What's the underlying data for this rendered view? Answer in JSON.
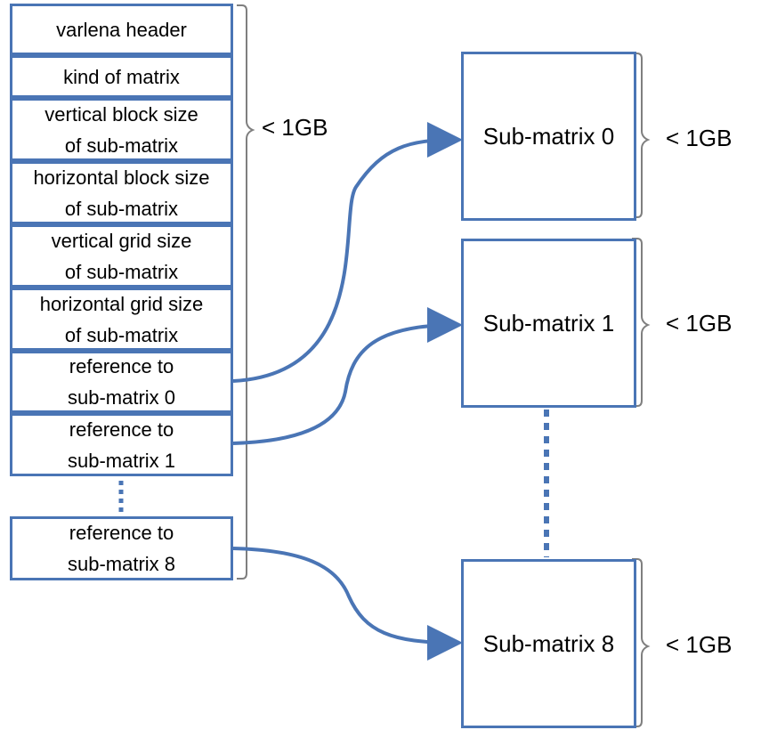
{
  "colors": {
    "box_border": "#4a75b5",
    "arrow": "#4a75b5",
    "brace": "#7f7f7f"
  },
  "header_cells": [
    {
      "text": "varlena header"
    },
    {
      "text": "kind of matrix"
    },
    {
      "text": "vertical block size\nof sub-matrix"
    },
    {
      "text": "horizontal block size\nof sub-matrix"
    },
    {
      "text": "vertical grid size\nof sub-matrix"
    },
    {
      "text": "horizontal grid size\nof sub-matrix"
    },
    {
      "text": "reference to\nsub-matrix 0"
    },
    {
      "text": "reference to\nsub-matrix 1"
    },
    {
      "text": "reference to\nsub-matrix 8"
    }
  ],
  "sub_matrices": [
    {
      "label": "Sub-matrix 0",
      "size_label": "< 1GB"
    },
    {
      "label": "Sub-matrix 1",
      "size_label": "< 1GB"
    },
    {
      "label": "Sub-matrix 8",
      "size_label": "< 1GB"
    }
  ],
  "header_size_label": "< 1GB"
}
